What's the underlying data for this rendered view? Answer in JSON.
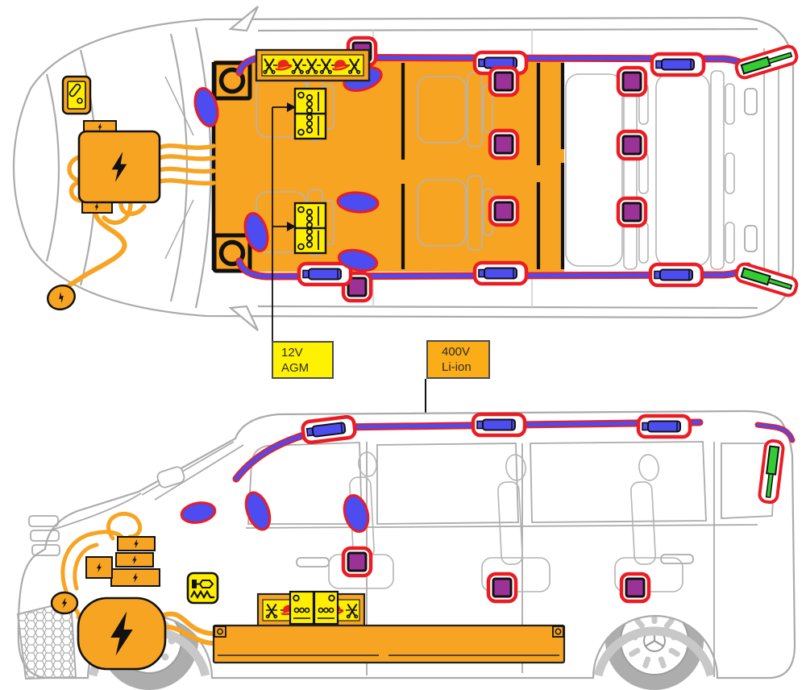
{
  "document": {
    "kind": "vehicle rescue sheet diagram",
    "views": [
      "top view",
      "side view"
    ]
  },
  "labels": {
    "low_voltage_battery": {
      "line1": "12V",
      "line2": "AGM"
    },
    "high_voltage_battery": {
      "line1": "400V",
      "line2": "Li-ion"
    }
  },
  "hazard_strips": {
    "top_view": {
      "icons": [
        "cutter",
        "helmet",
        "cutter",
        "cutter",
        "cutter",
        "helmet",
        "cutter"
      ]
    },
    "side_view_left": {
      "icons": [
        "cutter",
        "helmet"
      ]
    },
    "side_view_right": {
      "icons": [
        "helmet",
        "cutter"
      ]
    }
  },
  "colors": {
    "component_orange": "#F7A423",
    "marker_red": "#EB1C24",
    "airbag_blue": "#4C4CF0",
    "pretensioner_purple": "#9A3298",
    "gas_strut_green": "#33CC33",
    "icon_yellow": "#FFEE00",
    "label_yellow": "#FFF200",
    "label_amber": "#FBAD18",
    "outline_gray": "#ABABAB"
  },
  "top_view": {
    "components": {
      "high_voltage_battery_area": 1,
      "power_electronics_unit": 1,
      "charge_port": 1,
      "service_disconnect_icon": 1,
      "lv_batteries_12v": 2,
      "curtain_airbag_inflators": 5,
      "seatbelt_pretensioners": 8,
      "airbag_cushions": 5,
      "tailgate_gas_struts": 2
    }
  },
  "side_view": {
    "components": {
      "underfloor_hv_battery": 1,
      "electric_drive_unit": 1,
      "electronics_boxes": 4,
      "charge_port": 1,
      "pyro_fuse_icon": 1,
      "lv_batteries_12v": 2,
      "curtain_airbag_inflators": 3,
      "seatbelt_pretensioners": 3,
      "airbag_cushions": 3,
      "tailgate_gas_strut": 1
    }
  }
}
